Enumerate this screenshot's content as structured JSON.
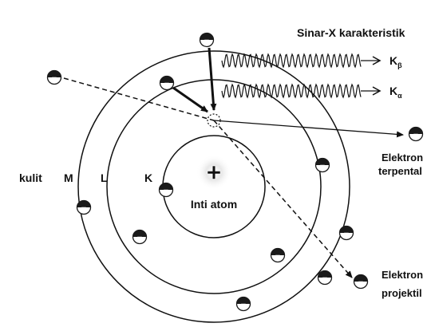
{
  "diagram": {
    "title": "Sinar-X karakteristik",
    "nucleus_label": "Inti atom",
    "nucleus_symbol": "+",
    "shell_prefix": "kulit",
    "shells": {
      "k": "K",
      "l": "L",
      "m": "M"
    },
    "k_beta": {
      "base": "K",
      "sub": "β"
    },
    "k_alpha": {
      "base": "K",
      "sub": "α"
    },
    "ejected_electron": {
      "line1": "Elektron",
      "line2": "terpental"
    },
    "projectile_electron": {
      "line1": "Elektron",
      "line2": "projektil"
    },
    "electron_symbol": "−"
  },
  "colors": {
    "ink": "#111111",
    "electron_dark": "#1a1a1a",
    "electron_light": "#ffffff"
  }
}
